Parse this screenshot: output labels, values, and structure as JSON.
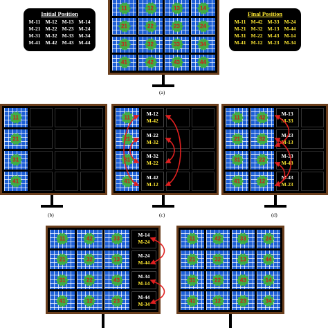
{
  "legends": {
    "initial": {
      "title": "Initial Position",
      "rows": [
        [
          "M-11",
          "M-12",
          "M-13",
          "M-14"
        ],
        [
          "M-21",
          "M-22",
          "M-23",
          "M-24"
        ],
        [
          "M-31",
          "M-32",
          "M-33",
          "M-34"
        ],
        [
          "M-41",
          "M-42",
          "M-43",
          "M-44"
        ]
      ]
    },
    "final": {
      "title": "Final Position",
      "rows": [
        [
          "M-11",
          "M-42",
          "M-33",
          "M-24"
        ],
        [
          "M-21",
          "M-32",
          "M-13",
          "M-44"
        ],
        [
          "M-31",
          "M-22",
          "M-43",
          "M-14"
        ],
        [
          "M-41",
          "M-12",
          "M-23",
          "M-34"
        ]
      ]
    }
  },
  "colors": {
    "frame": "#6b3f1d",
    "panel": "#1d5fd6",
    "gear": "#3fae47",
    "gear_text": "#d11a1a",
    "final_text": "#ffe933",
    "arrow": "#e02020"
  },
  "captions": {
    "a": "(a)",
    "b": "(b)",
    "c": "(c)",
    "d": "(d)"
  },
  "monitors": {
    "a": {
      "cells": [
        [
          "p:11",
          "p:12",
          "p:13",
          "p:14"
        ],
        [
          "p:21",
          "p:22",
          "p:23",
          "p:24"
        ],
        [
          "p:31",
          "p:32",
          "p:33",
          "p:34"
        ],
        [
          "p:41",
          "p:42",
          "p:43",
          "p:44"
        ]
      ]
    },
    "b": {
      "cells": [
        [
          "p:11",
          "e",
          "e",
          "e"
        ],
        [
          "p:21",
          "e",
          "e",
          "e"
        ],
        [
          "p:31",
          "e",
          "e",
          "e"
        ],
        [
          "p:41",
          "e",
          "e",
          "e"
        ]
      ]
    },
    "c": {
      "cells": [
        [
          "p:11",
          "l:M-12|M-42",
          "e",
          "e"
        ],
        [
          "p:21",
          "l:M-22|M-32",
          "e",
          "e"
        ],
        [
          "p:31",
          "l:M-32|M-22",
          "e",
          "e"
        ],
        [
          "p:41",
          "l:M-42|M-12",
          "e",
          "e"
        ]
      ]
    },
    "d": {
      "cells": [
        [
          "p:11",
          "p:42",
          "l:M-13|M-33",
          "e"
        ],
        [
          "p:21",
          "p:32",
          "l:M-23|M-13",
          "e"
        ],
        [
          "p:31",
          "p:22",
          "l:M-33|M-43",
          "e"
        ],
        [
          "p:41",
          "p:12",
          "l:M-43|M-23",
          "e"
        ]
      ]
    },
    "e": {
      "cells": [
        [
          "p:11",
          "p:42",
          "p:33",
          "l:M-14|M-24"
        ],
        [
          "p:21",
          "p:32",
          "p:13",
          "l:M-24|M-44"
        ],
        [
          "p:31",
          "p:22",
          "p:43",
          "l:M-34|M-14"
        ],
        [
          "p:41",
          "p:12",
          "p:23",
          "l:M-44|M-34"
        ]
      ]
    },
    "f": {
      "cells": [
        [
          "p:11",
          "p:42",
          "p:33",
          "p:24"
        ],
        [
          "p:21",
          "p:32",
          "p:13",
          "p:44"
        ],
        [
          "p:31",
          "p:22",
          "p:43",
          "p:14"
        ],
        [
          "p:41",
          "p:12",
          "p:23",
          "p:34"
        ]
      ]
    }
  }
}
